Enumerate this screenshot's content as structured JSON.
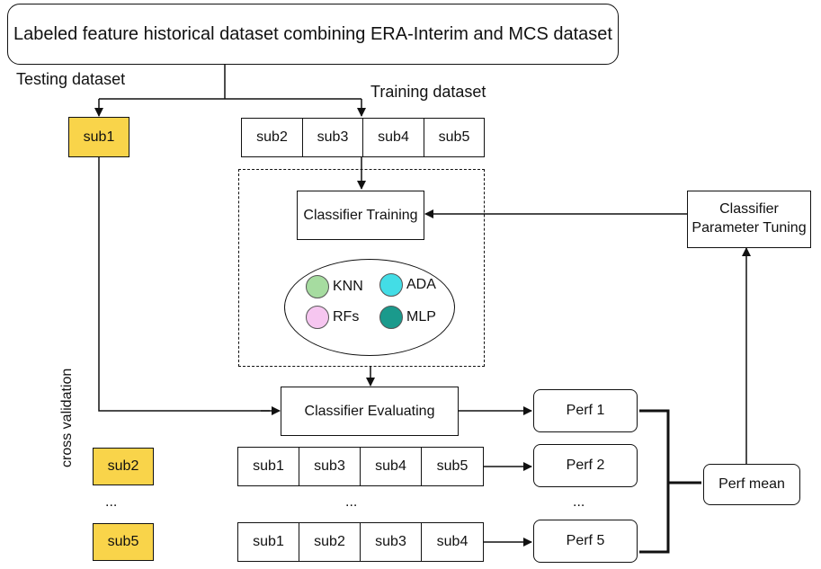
{
  "header": {
    "title": "Labeled feature historical dataset combining ERA-Interim and MCS dataset",
    "testing_label": "Testing dataset",
    "training_label": "Training dataset"
  },
  "rows": {
    "first": {
      "test": "sub1",
      "train": [
        "sub2",
        "sub3",
        "sub4",
        "sub5"
      ]
    },
    "second": {
      "test": "sub2",
      "train": [
        "sub1",
        "sub3",
        "sub4",
        "sub5"
      ],
      "perf": "Perf 2"
    },
    "last": {
      "test": "sub5",
      "train": [
        "sub1",
        "sub2",
        "sub3",
        "sub4"
      ],
      "perf": "Perf 5"
    },
    "ellipsis": "..."
  },
  "process": {
    "training": "Classifier Training",
    "evaluating": "Classifier Evaluating",
    "perf1": "Perf 1",
    "perf_mean": "Perf mean",
    "tuning_line1": "Classifier",
    "tuning_line2": "Parameter Tuning",
    "cross_validation": "cross validation"
  },
  "algorithms": [
    {
      "name": "KNN",
      "color": "#a6dca0"
    },
    {
      "name": "ADA",
      "color": "#43dde6"
    },
    {
      "name": "RFs",
      "color": "#f6c6f0"
    },
    {
      "name": "MLP",
      "color": "#1a9a8c"
    }
  ],
  "colors": {
    "test_fill": "#f9d44a",
    "line": "#111111"
  }
}
